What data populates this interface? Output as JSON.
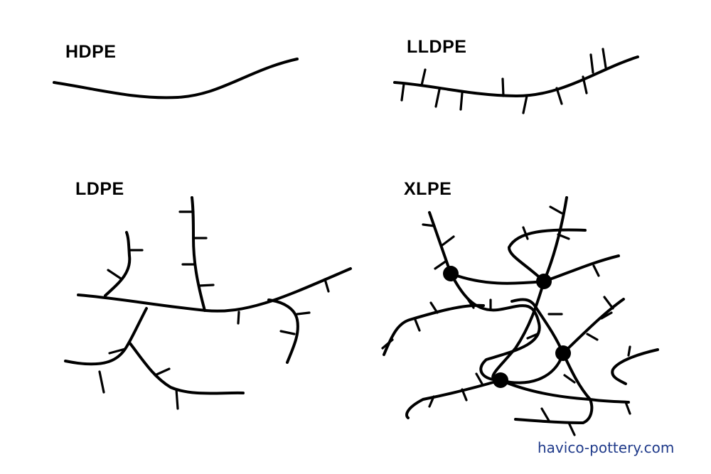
{
  "panels": {
    "hdpe": {
      "label": "HDPE"
    },
    "lldpe": {
      "label": "LLDPE"
    },
    "ldpe": {
      "label": "LDPE"
    },
    "xlpe": {
      "label": "XLPE"
    }
  },
  "watermark": "havico-pottery.com",
  "colors": {
    "line": "#000000",
    "watermark": "#1f3a8a",
    "background": "#ffffff"
  }
}
